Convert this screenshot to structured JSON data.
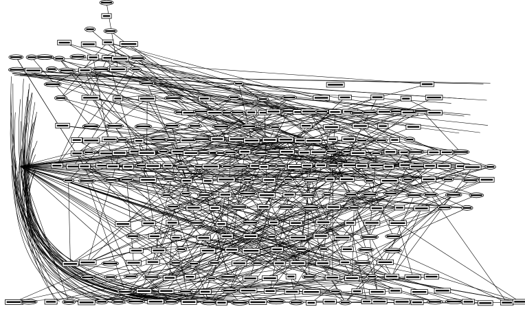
{
  "diagram": {
    "type": "directed-graph",
    "colors": {
      "background": "#ffffff",
      "edge": "#000000",
      "node_stroke": "#000000",
      "node_label_fill": "#000000"
    },
    "node_shapes": [
      "box",
      "ellipse"
    ]
  }
}
